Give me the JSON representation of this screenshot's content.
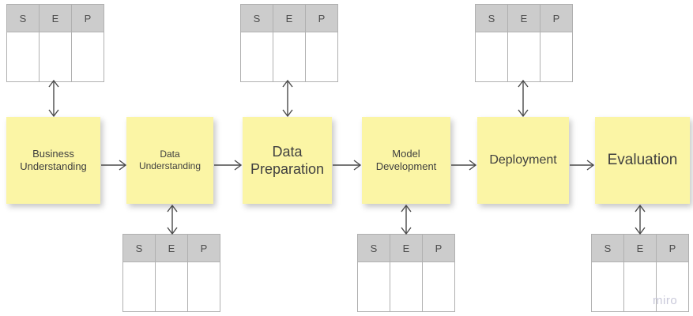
{
  "board": {
    "title": "CRISP-DM style process flow with SEP tables",
    "background_color": "#ffffff",
    "watermark": "miro",
    "watermark_color": "#c9c9da"
  },
  "colors": {
    "sticky_yellow": "#fbf5a5",
    "table_header_gray": "#cccccc",
    "table_border_gray": "#b0b0b0",
    "arrow_gray": "#4a4a4a",
    "text_gray": "#3f3f3f"
  },
  "table_columns": [
    "S",
    "E",
    "P"
  ],
  "tables": [
    {
      "id": "table-top-1",
      "position": "top",
      "above": "Business Understanding",
      "columns": [
        "S",
        "E",
        "P"
      ],
      "cells": [
        "",
        "",
        ""
      ]
    },
    {
      "id": "table-top-2",
      "position": "top",
      "above": "Data Preparation",
      "columns": [
        "S",
        "E",
        "P"
      ],
      "cells": [
        "",
        "",
        ""
      ]
    },
    {
      "id": "table-top-3",
      "position": "top",
      "above": "Deployment",
      "columns": [
        "S",
        "E",
        "P"
      ],
      "cells": [
        "",
        "",
        ""
      ]
    },
    {
      "id": "table-bottom-1",
      "position": "bottom",
      "below": "Data Understanding",
      "columns": [
        "S",
        "E",
        "P"
      ],
      "cells": [
        "",
        "",
        ""
      ]
    },
    {
      "id": "table-bottom-2",
      "position": "bottom",
      "below": "Model Development",
      "columns": [
        "S",
        "E",
        "P"
      ],
      "cells": [
        "",
        "",
        ""
      ]
    },
    {
      "id": "table-bottom-3",
      "position": "bottom",
      "below": "Evaluation",
      "columns": [
        "S",
        "E",
        "P"
      ],
      "cells": [
        "",
        "",
        "miro"
      ]
    }
  ],
  "steps": [
    {
      "id": "business-understanding",
      "label": "Business\nUnderstanding",
      "line1": "Business",
      "line2": "Understanding",
      "font_size": 13,
      "order": 1
    },
    {
      "id": "data-understanding",
      "label": "Data\nUnderstanding",
      "line1": "Data",
      "line2": "Understanding",
      "font_size": 12,
      "order": 2
    },
    {
      "id": "data-preparation",
      "label": "Data\nPreparation",
      "line1": "Data",
      "line2": "Preparation",
      "font_size": 18,
      "order": 3
    },
    {
      "id": "model-development",
      "label": "Model\nDevelopment",
      "line1": "Model",
      "line2": "Development",
      "font_size": 13,
      "order": 4
    },
    {
      "id": "deployment",
      "label": "Deployment",
      "line1": "Deployment",
      "line2": "",
      "font_size": 16,
      "order": 5
    },
    {
      "id": "evaluation",
      "label": "Evaluation",
      "line1": "Evaluation",
      "line2": "",
      "font_size": 19,
      "order": 6
    }
  ],
  "connectors": {
    "horizontal": [
      {
        "from": "business-understanding",
        "to": "data-understanding",
        "style": "single-arrow-right"
      },
      {
        "from": "data-understanding",
        "to": "data-preparation",
        "style": "single-arrow-right"
      },
      {
        "from": "data-preparation",
        "to": "model-development",
        "style": "single-arrow-right"
      },
      {
        "from": "model-development",
        "to": "deployment",
        "style": "single-arrow-right"
      },
      {
        "from": "deployment",
        "to": "evaluation",
        "style": "single-arrow-right"
      }
    ],
    "vertical": [
      {
        "between": [
          "table-top-1",
          "business-understanding"
        ],
        "style": "double-arrow-vertical"
      },
      {
        "between": [
          "table-top-2",
          "data-preparation"
        ],
        "style": "double-arrow-vertical"
      },
      {
        "between": [
          "table-top-3",
          "deployment"
        ],
        "style": "double-arrow-vertical"
      },
      {
        "between": [
          "data-understanding",
          "table-bottom-1"
        ],
        "style": "double-arrow-vertical"
      },
      {
        "between": [
          "model-development",
          "table-bottom-2"
        ],
        "style": "double-arrow-vertical"
      },
      {
        "between": [
          "evaluation",
          "table-bottom-3"
        ],
        "style": "double-arrow-vertical"
      }
    ]
  }
}
